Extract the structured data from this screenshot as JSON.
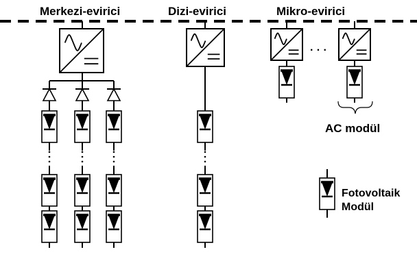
{
  "labels": {
    "central": "Merkezi-evirici",
    "string": "Dizi-evirici",
    "micro": "Mikro-evirici",
    "ellipsis": "· · ·",
    "ac_module": "AC modül",
    "pv_line1": "Fotovoltaik",
    "pv_line2": "Modül"
  },
  "colors": {
    "ink": "#000000",
    "background": "#ffffff"
  },
  "icons": {
    "inverter": "inverter-icon",
    "diode": "blocking-diode-icon",
    "pv_module": "pv-module-icon"
  }
}
